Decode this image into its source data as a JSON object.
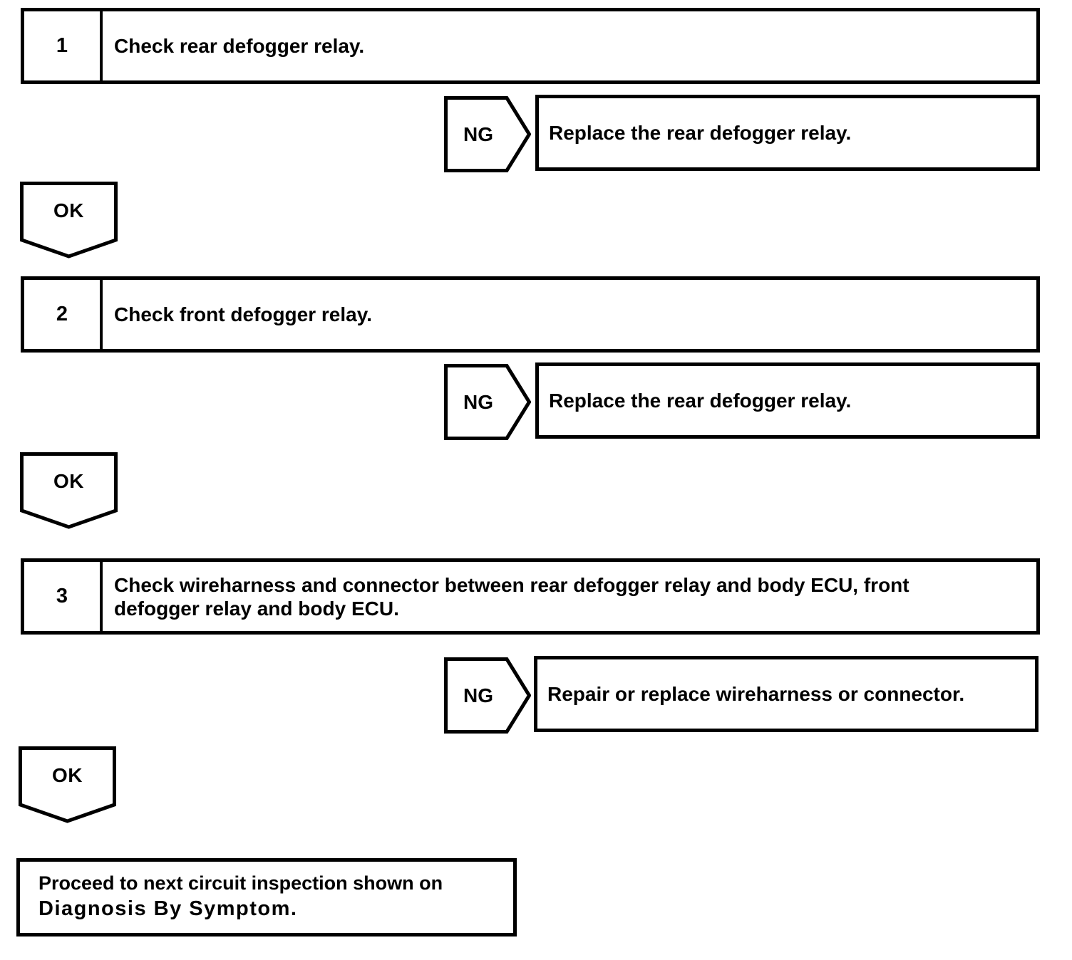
{
  "colors": {
    "ink": "#000000",
    "paper": "#ffffff"
  },
  "flowchart": {
    "steps": [
      {
        "number": "1",
        "title": "Check rear defogger relay.",
        "ng": {
          "label": "NG",
          "action": "Replace the rear defogger relay."
        },
        "ok": {
          "label": "OK"
        }
      },
      {
        "number": "2",
        "title": "Check front defogger relay.",
        "ng": {
          "label": "NG",
          "action": "Replace the rear defogger relay."
        },
        "ok": {
          "label": "OK"
        }
      },
      {
        "number": "3",
        "title": "Check wireharness and connector between rear defogger relay and body ECU, front defogger relay and body ECU.",
        "ng": {
          "label": "NG",
          "action": "Repair or replace wireharness or connector."
        },
        "ok": {
          "label": "OK"
        }
      }
    ],
    "final": {
      "line1": "Proceed to next circuit inspection shown on",
      "line2": "Diagnosis By Symptom."
    }
  }
}
